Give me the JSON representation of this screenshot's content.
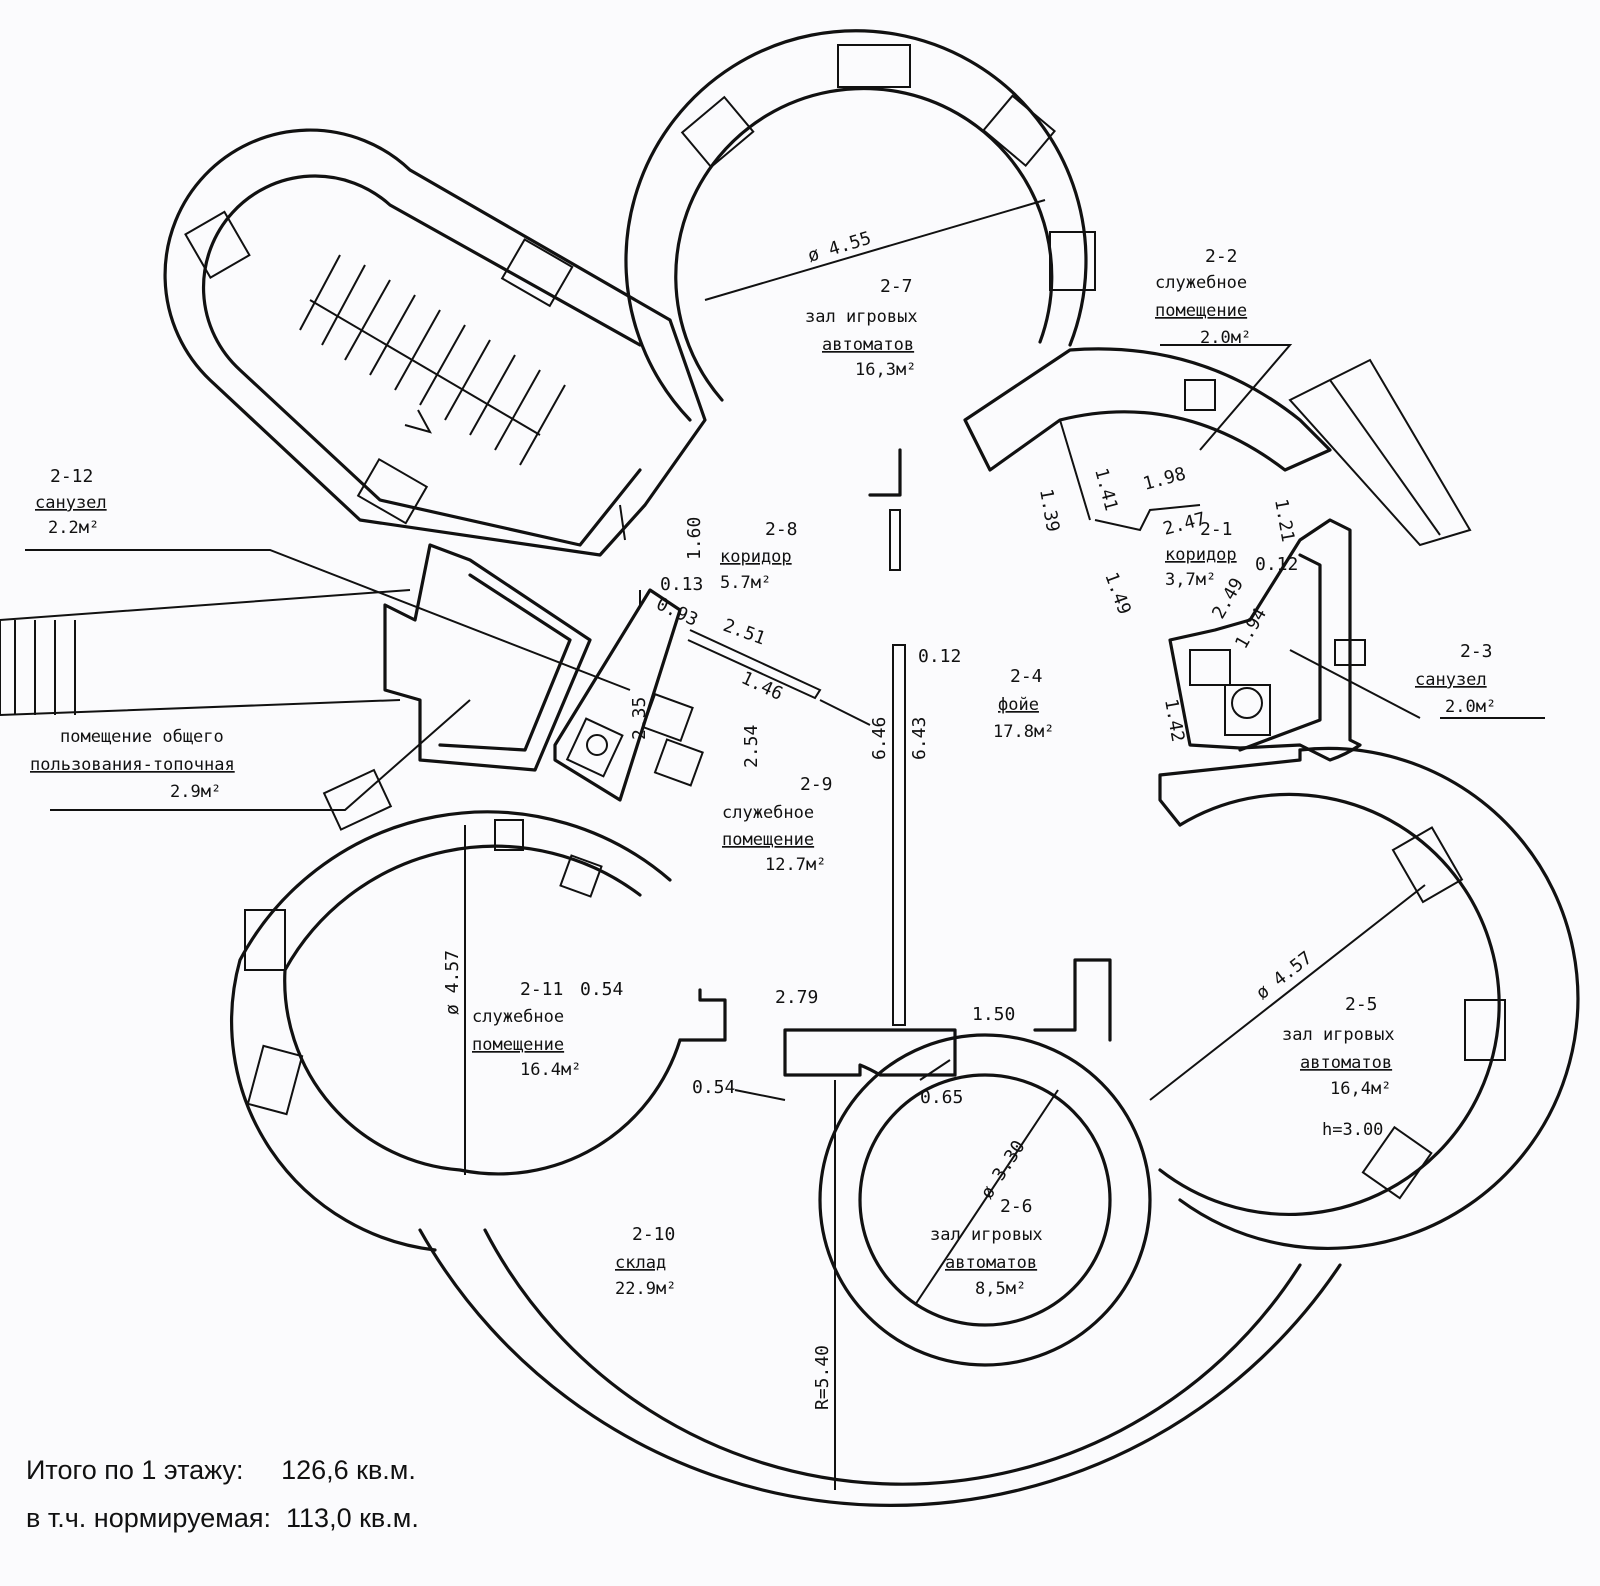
{
  "rooms": {
    "r2_1": {
      "id": "2-1",
      "name": "коридор",
      "area": "3,7м²"
    },
    "r2_2": {
      "id": "2-2",
      "name1": "служебное",
      "name2": "помещение",
      "area": "2.0м²"
    },
    "r2_3": {
      "id": "2-3",
      "name": "санузел",
      "area": "2.0м²"
    },
    "r2_4": {
      "id": "2-4",
      "name": "фойе",
      "area": "17.8м²"
    },
    "r2_5": {
      "id": "2-5",
      "name1": "зал игровых",
      "name2": "автоматов",
      "area": "16,4м²",
      "height": "h=3.00"
    },
    "r2_6": {
      "id": "2-6",
      "name1": "зал игровых",
      "name2": "автоматов",
      "area": "8,5м²"
    },
    "r2_7": {
      "id": "2-7",
      "name1": "зал игровых",
      "name2": "автоматов",
      "area": "16,3м²"
    },
    "r2_8": {
      "id": "2-8",
      "name": "коридор",
      "area": "5.7м²"
    },
    "r2_9": {
      "id": "2-9",
      "name1": "служебное",
      "name2": "помещение",
      "area": "12.7м²"
    },
    "r2_10": {
      "id": "2-10",
      "name": "склад",
      "area": "22.9м²"
    },
    "r2_11": {
      "id": "2-11",
      "name1": "служебное",
      "name2": "помещение",
      "area": "16.4м²"
    },
    "r2_12": {
      "id": "2-12",
      "name": "санузел",
      "area": "2.2м²"
    },
    "boiler": {
      "name1": "помещение общего",
      "name2": "пользования-топочная",
      "area": "2.9м²"
    }
  },
  "dimensions": {
    "d_455": "ø 4.55",
    "d_457a": "ø 4.57",
    "d_457b": "ø 4.57",
    "d_330": "ø 3.30",
    "d_r540": "R=5.40",
    "d_160": "1.60",
    "d_013": "0.13",
    "d_093": "0.93",
    "d_251": "2.51",
    "d_146": "1.46",
    "d_235": "2.35",
    "d_254": "2.54",
    "d_646": "6.46",
    "d_643": "6.43",
    "d_012a": "0.12",
    "d_012b": "0.12",
    "d_139": "1.39",
    "d_141": "1.41",
    "d_198": "1.98",
    "d_247": "2.47",
    "d_121": "1.21",
    "d_149": "1.49",
    "d_249": "2.49",
    "d_194": "1.94",
    "d_142": "1.42",
    "d_054a": "0.54",
    "d_054b": "0.54",
    "d_279": "2.79",
    "d_150": "1.50",
    "d_065": "0.65"
  },
  "totals": {
    "floor_label": "Итого по 1 этажу:",
    "floor_value": "126,6 кв.м.",
    "norm_label": "в т.ч. нормируемая:",
    "norm_value": "113,0 кв.м."
  }
}
